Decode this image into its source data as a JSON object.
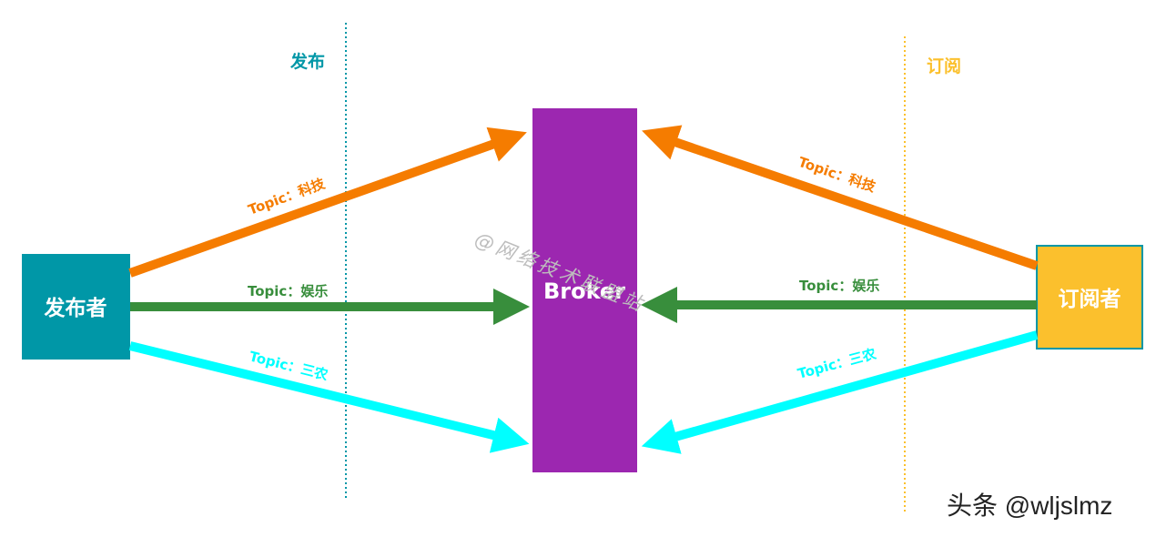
{
  "sections": {
    "publish_label": "发布",
    "subscribe_label": "订阅"
  },
  "nodes": {
    "publisher": {
      "label": "发布者",
      "color": "#0097a7"
    },
    "broker": {
      "label": "Broker",
      "color": "#9c27b0"
    },
    "subscriber": {
      "label": "订阅者",
      "color": "#fbc02d",
      "border": "#0097a7"
    }
  },
  "topics": [
    {
      "name": "tech",
      "label": "Topic：科技",
      "color": "#f57c00"
    },
    {
      "name": "entertainment",
      "label": "Topic：娱乐",
      "color": "#388e3c"
    },
    {
      "name": "agriculture",
      "label": "Topic：三农",
      "color": "#00ffff"
    }
  ],
  "colors": {
    "publish_divider": "#0097a7",
    "subscribe_divider": "#fbc02d"
  },
  "watermark": "@网络技术联盟站",
  "credit": "头条 @wljslmz"
}
